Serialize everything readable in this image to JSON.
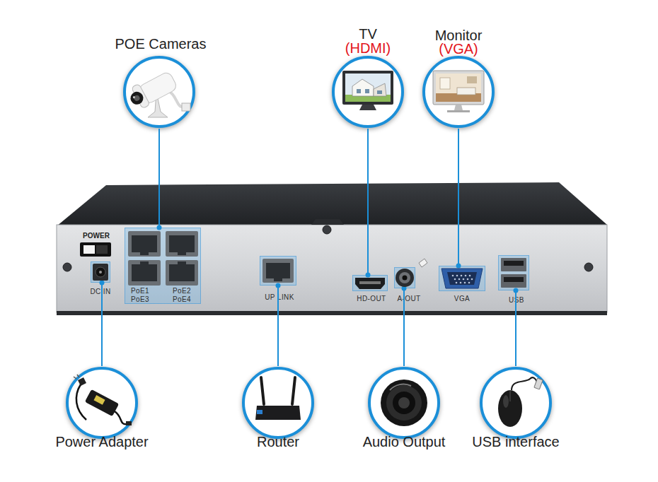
{
  "diagram": {
    "nodes": [
      {
        "text": [
          "POE Cameras"
        ]
      },
      {
        "text": [
          "TV",
          "(HDMI)"
        ]
      },
      {
        "text": [
          "Monitor",
          "(VGA)"
        ]
      },
      {
        "text": [
          "DC IN"
        ]
      },
      {
        "text": [
          "PoE1",
          "PoE3",
          "PoE2",
          "PoE4"
        ]
      },
      {
        "text": [
          "UP LINK"
        ]
      },
      {
        "text": [
          "HD-OUT"
        ]
      },
      {
        "text": [
          "A-OUT"
        ]
      },
      {
        "text": [
          "VGA"
        ]
      },
      {
        "text": [
          "USB"
        ]
      },
      {
        "text": [
          "Power Adapter"
        ]
      },
      {
        "text": [
          "Router"
        ]
      },
      {
        "text": [
          "Audio Output"
        ]
      },
      {
        "text": [
          "USB interface"
        ]
      }
    ],
    "edges": [
      {
        "from": 0,
        "to": 4,
        "arrow": "none"
      },
      {
        "from": 1,
        "to": 6,
        "arrow": "none"
      },
      {
        "from": 2,
        "to": 8,
        "arrow": "none"
      },
      {
        "from": 10,
        "to": 3,
        "arrow": "none"
      },
      {
        "from": 11,
        "to": 5,
        "arrow": "none"
      },
      {
        "from": 12,
        "to": 7,
        "arrow": "none"
      },
      {
        "from": 13,
        "to": 9,
        "arrow": "none"
      }
    ],
    "labels": [
      "POWER"
    ]
  }
}
